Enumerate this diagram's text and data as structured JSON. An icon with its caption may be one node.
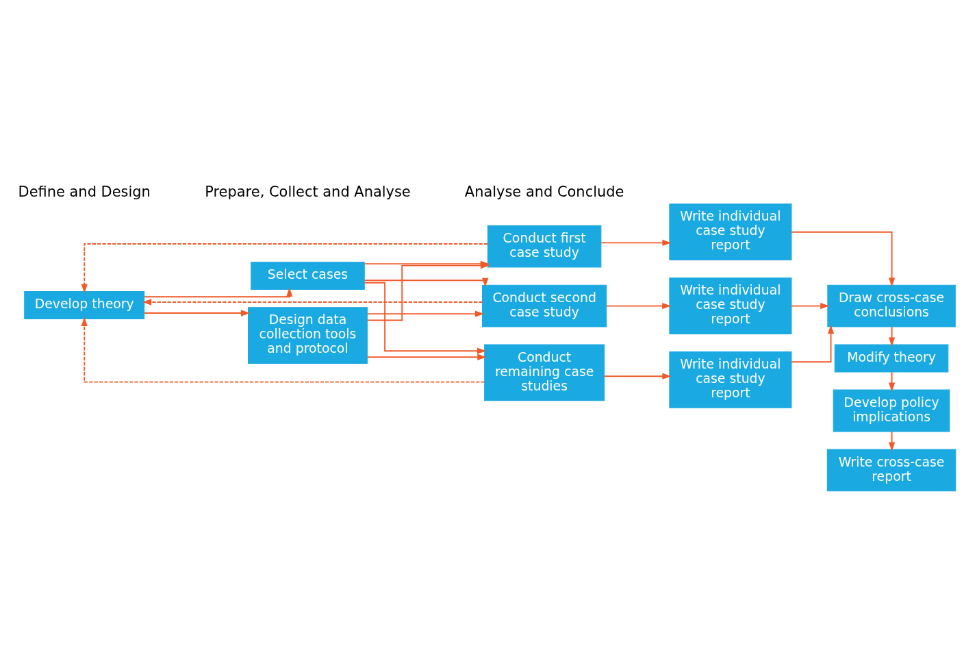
{
  "diagram": {
    "nodes": [
      {
        "text": [
          "Develop theory"
        ]
      },
      {
        "text": [
          "Select cases"
        ]
      },
      {
        "text": [
          "Design data collection tools and protocol"
        ]
      },
      {
        "text": [
          "Conduct first case study"
        ]
      },
      {
        "text": [
          "Conduct second case study"
        ]
      },
      {
        "text": [
          "Conduct remaining case studies"
        ]
      },
      {
        "text": [
          "Write individual case study report"
        ]
      },
      {
        "text": [
          "Write individual case study report"
        ]
      },
      {
        "text": [
          "Write individual case study report"
        ]
      },
      {
        "text": [
          "Draw cross-case conclusions"
        ]
      },
      {
        "text": [
          "Modify theory"
        ]
      },
      {
        "text": [
          "Develop policy implications"
        ]
      },
      {
        "text": [
          "Write cross-case report"
        ]
      }
    ],
    "edges": [
      {
        "from": 0,
        "to": 1,
        "arrow": "to"
      },
      {
        "from": 0,
        "to": 2,
        "arrow": "to"
      },
      {
        "from": 1,
        "to": 3,
        "arrow": "to"
      },
      {
        "from": 1,
        "to": 4,
        "arrow": "to"
      },
      {
        "from": 1,
        "to": 5,
        "arrow": "to"
      },
      {
        "from": 2,
        "to": 3,
        "arrow": "to"
      },
      {
        "from": 2,
        "to": 4,
        "arrow": "to"
      },
      {
        "from": 2,
        "to": 5,
        "arrow": "to"
      },
      {
        "from": 3,
        "to": 6,
        "arrow": "to"
      },
      {
        "from": 4,
        "to": 7,
        "arrow": "to"
      },
      {
        "from": 5,
        "to": 8,
        "arrow": "to"
      },
      {
        "from": 3,
        "to": 0,
        "arrow": "to",
        "style": "dashed"
      },
      {
        "from": 4,
        "to": 0,
        "arrow": "to",
        "style": "dashed"
      },
      {
        "from": 5,
        "to": 0,
        "arrow": "to",
        "style": "dashed"
      },
      {
        "from": 6,
        "to": 9,
        "arrow": "to"
      },
      {
        "from": 7,
        "to": 9,
        "arrow": "to"
      },
      {
        "from": 8,
        "to": 9,
        "arrow": "to"
      },
      {
        "from": 9,
        "to": 10,
        "arrow": "to"
      },
      {
        "from": 10,
        "to": 11,
        "arrow": "to"
      },
      {
        "from": 11,
        "to": 12,
        "arrow": "to"
      }
    ],
    "labels": [
      "Define and Design",
      "Prepare, Collect and Analyse",
      "Analyse and Conclude"
    ]
  }
}
